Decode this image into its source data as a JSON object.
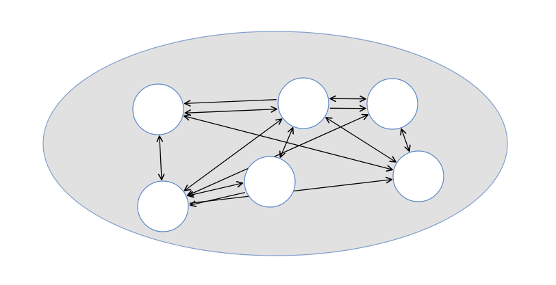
{
  "diagram": {
    "type": "directed-graph",
    "colors": {
      "container_fill": "#e1e1e1",
      "container_stroke": "#7f9ecb",
      "node_fill": "#ffffff",
      "node_stroke": "#5b87c7",
      "arrow": "#000000"
    },
    "nodes": [
      {
        "id": "top-left"
      },
      {
        "id": "top-middle"
      },
      {
        "id": "top-right"
      },
      {
        "id": "right"
      },
      {
        "id": "center"
      },
      {
        "id": "bottom-left"
      }
    ],
    "edges": [
      {
        "from": "top-middle",
        "to": "top-left",
        "bidirectional": false
      },
      {
        "from": "top-left",
        "to": "top-middle",
        "bidirectional": true
      },
      {
        "from": "top-middle",
        "to": "top-right",
        "bidirectional": true
      },
      {
        "from": "top-middle",
        "to": "top-right",
        "bidirectional": false
      },
      {
        "from": "top-left",
        "to": "right",
        "bidirectional": true
      },
      {
        "from": "top-left",
        "to": "bottom-left",
        "bidirectional": true
      },
      {
        "from": "top-right",
        "to": "right",
        "bidirectional": true
      },
      {
        "from": "right",
        "to": "top-middle",
        "bidirectional": true
      },
      {
        "from": "bottom-left",
        "to": "top-middle",
        "bidirectional": true
      },
      {
        "from": "center",
        "to": "top-middle",
        "bidirectional": true
      },
      {
        "from": "bottom-left",
        "to": "top-right",
        "bidirectional": true
      },
      {
        "from": "bottom-left",
        "to": "center",
        "bidirectional": true
      },
      {
        "from": "center",
        "to": "bottom-left",
        "bidirectional": false
      },
      {
        "from": "bottom-left",
        "to": "right",
        "bidirectional": false
      }
    ]
  }
}
